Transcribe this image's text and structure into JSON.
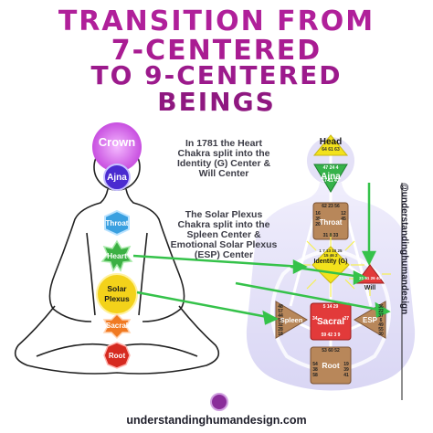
{
  "title": {
    "line1": "TRANSITION FROM",
    "line2": "7-CENTERED",
    "line3": "TO 9-CENTERED",
    "line4": "BEINGS"
  },
  "note_heart": "In 1781 the Heart Chakra split into the Identity (G) Center & Will Center",
  "note_solar": "The Solar Plexus Chakra split into the Spleen Center & Emotional Solar Plexus (ESP) Center",
  "chakras": {
    "crown": "Crown",
    "ajna": "Ajna",
    "throat": "Throat",
    "heart": "Heart",
    "solar_plexus": "Solar Plexus",
    "sacral": "Sacral",
    "root": "Root"
  },
  "centers": {
    "head": "Head",
    "ajna": "Ajna",
    "throat": "Throat",
    "identity": "Identity (G)",
    "will": "Will",
    "spleen": "Spleen",
    "sacral": "Sacral",
    "esp": "ESP",
    "root": "Root"
  },
  "gates": {
    "head": [
      "64",
      "61",
      "63"
    ],
    "ajna": [
      "47",
      "24",
      "4",
      "17",
      "11",
      "43"
    ],
    "throat": [
      "62",
      "23",
      "56",
      "16",
      "35",
      "20",
      "12",
      "31",
      "8",
      "33",
      "45"
    ],
    "identity": [
      "1",
      "7",
      "13",
      "10",
      "25",
      "15",
      "46",
      "2"
    ],
    "will": [
      "21",
      "51",
      "26",
      "40"
    ],
    "spleen": [
      "48",
      "57",
      "44",
      "50",
      "32",
      "28",
      "18"
    ],
    "sacral": [
      "5",
      "14",
      "29",
      "34",
      "27",
      "59",
      "42",
      "3",
      "9"
    ],
    "esp": [
      "36",
      "22",
      "37",
      "6",
      "49",
      "55",
      "30"
    ],
    "root": [
      "53",
      "60",
      "52",
      "54",
      "38",
      "58",
      "19",
      "39",
      "41"
    ]
  },
  "website": "understandinghumandesign.com",
  "website_vertical": "@understandinghumandesign",
  "colors": {
    "title": "#a91c92",
    "crown": "#cc55e0",
    "ajna": "#4a2bd0",
    "throat": "#3aa0e0",
    "heart": "#3cb043",
    "solar": "#f3d21a",
    "sacral": "#f07a22",
    "root": "#d62a20",
    "arrow": "#35c24a"
  }
}
